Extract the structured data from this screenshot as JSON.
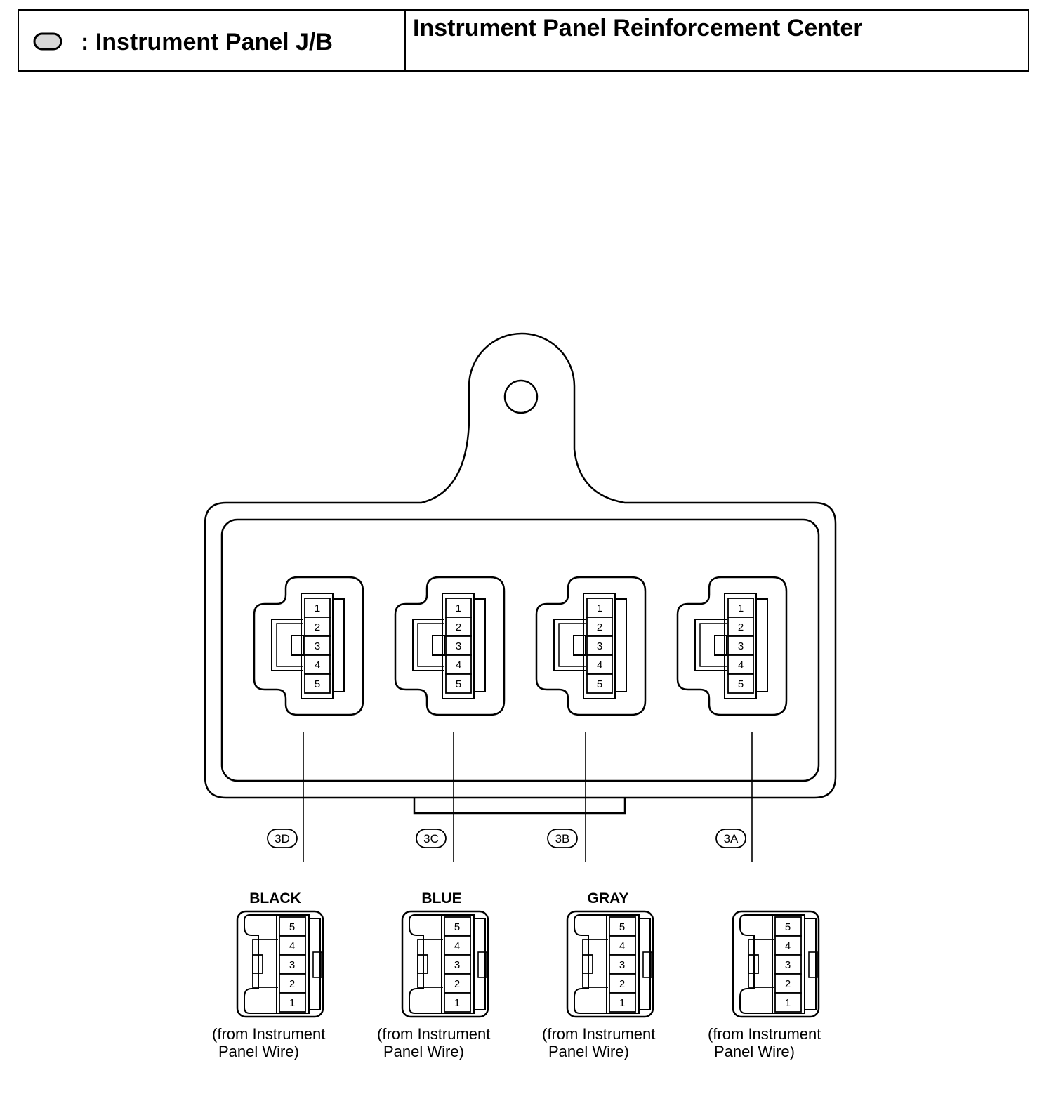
{
  "header": {
    "legend_label": ": Instrument Panel J/B",
    "legend_symbol": "rounded-rectangle-symbol",
    "location": "Instrument Panel Reinforcement Center"
  },
  "junction_block": {
    "connectors": [
      {
        "code": "3D",
        "color": "BLACK",
        "pins": [
          "1",
          "2",
          "3",
          "4",
          "5"
        ],
        "from_line1": "(from Instrument",
        "from_line2": "Panel Wire)"
      },
      {
        "code": "3C",
        "color": "BLUE",
        "pins": [
          "1",
          "2",
          "3",
          "4",
          "5"
        ],
        "from_line1": "(from Instrument",
        "from_line2": "Panel Wire)"
      },
      {
        "code": "3B",
        "color": "GRAY",
        "pins": [
          "1",
          "2",
          "3",
          "4",
          "5"
        ],
        "from_line1": "(from Instrument",
        "from_line2": "Panel Wire)"
      },
      {
        "code": "3A",
        "color": "",
        "pins": [
          "1",
          "2",
          "3",
          "4",
          "5"
        ],
        "from_line1": "(from Instrument",
        "from_line2": "Panel Wire)"
      }
    ]
  }
}
